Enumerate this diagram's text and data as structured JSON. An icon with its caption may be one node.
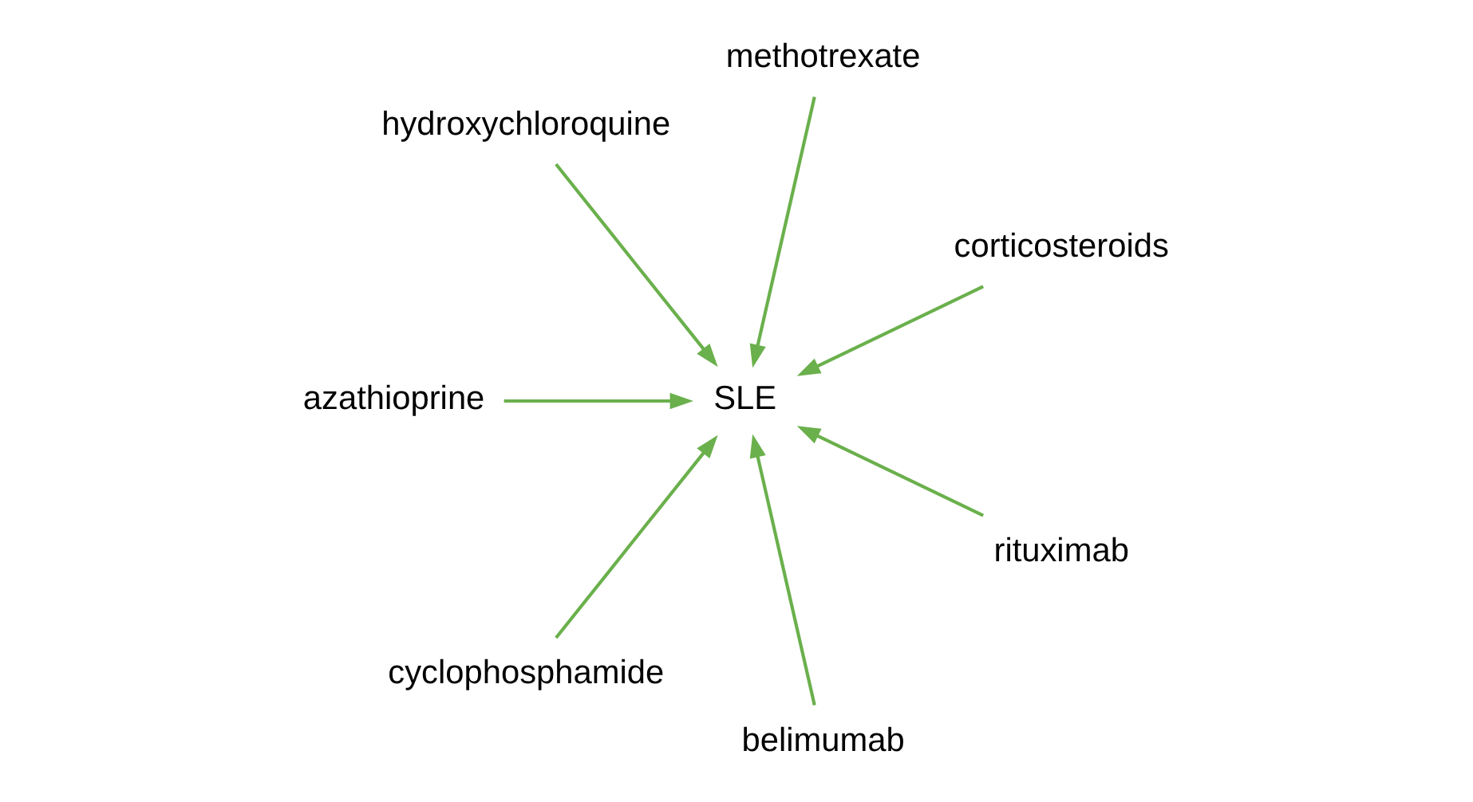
{
  "diagram": {
    "nodes": [
      {
        "text": [
          "corticosteroids"
        ]
      },
      {
        "text": [
          "methotrexate"
        ]
      },
      {
        "text": [
          "hydroxychloroquine"
        ]
      },
      {
        "text": [
          "azathioprine"
        ]
      },
      {
        "text": [
          "cyclophosphamide"
        ]
      },
      {
        "text": [
          "SLE"
        ]
      },
      {
        "text": [
          "belimumab"
        ]
      },
      {
        "text": [
          "rituximab"
        ]
      }
    ],
    "edges": [
      {
        "from": 0,
        "to": 5,
        "arrow": "to"
      },
      {
        "from": 1,
        "to": 5,
        "arrow": "to"
      },
      {
        "from": 2,
        "to": 5,
        "arrow": "to"
      },
      {
        "from": 3,
        "to": 5,
        "arrow": "to"
      },
      {
        "from": 4,
        "to": 5,
        "arrow": "to"
      },
      {
        "from": 6,
        "to": 5,
        "arrow": "to"
      },
      {
        "from": 7,
        "to": 5,
        "arrow": "to"
      }
    ]
  }
}
